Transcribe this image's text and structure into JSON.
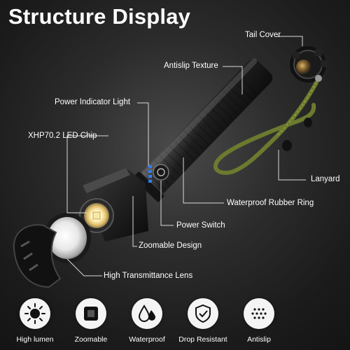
{
  "title": "Structure Display",
  "labels": {
    "tail_cover": "Tail Cover",
    "antislip_texture": "Antislip Texture",
    "power_indicator": "Power Indicator Light",
    "led_chip": "XHP70.2 LED Chip",
    "lanyard": "Lanyard",
    "rubber_ring": "Waterproof Rubber Ring",
    "power_switch": "Power Switch",
    "zoomable_design": "Zoomable Design",
    "lens": "High Transmittance Lens"
  },
  "features": [
    {
      "label": "High lumen",
      "icon": "sun-icon"
    },
    {
      "label": "Zoomable",
      "icon": "zoom-square-icon"
    },
    {
      "label": "Waterproof",
      "icon": "water-drops-icon"
    },
    {
      "label": "Drop Resistant",
      "icon": "shield-check-icon"
    },
    {
      "label": "Antislip",
      "icon": "antislip-texture-icon"
    }
  ],
  "colors": {
    "background": "#2a2a2a",
    "text": "#ffffff",
    "leader_line": "#d9d9d9",
    "lanyard": "#6b7a2e",
    "indicator_blue": "#2f7dff",
    "feature_circle": "#f4f4f4"
  }
}
